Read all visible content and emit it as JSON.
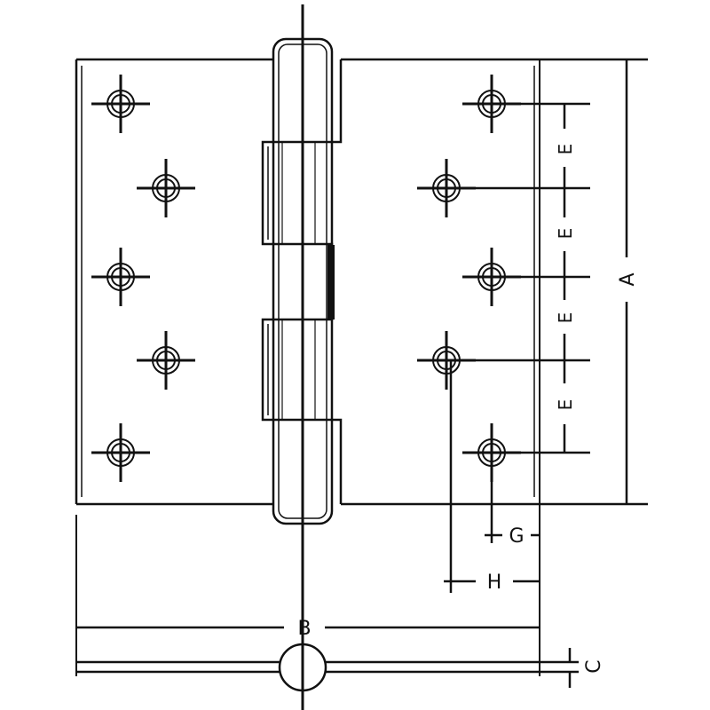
{
  "dimension_labels": {
    "A": "A",
    "B": "B",
    "C": "C",
    "E": "E",
    "G": "G",
    "H": "H"
  },
  "colors": {
    "line": "#111111",
    "background": "#ffffff"
  }
}
